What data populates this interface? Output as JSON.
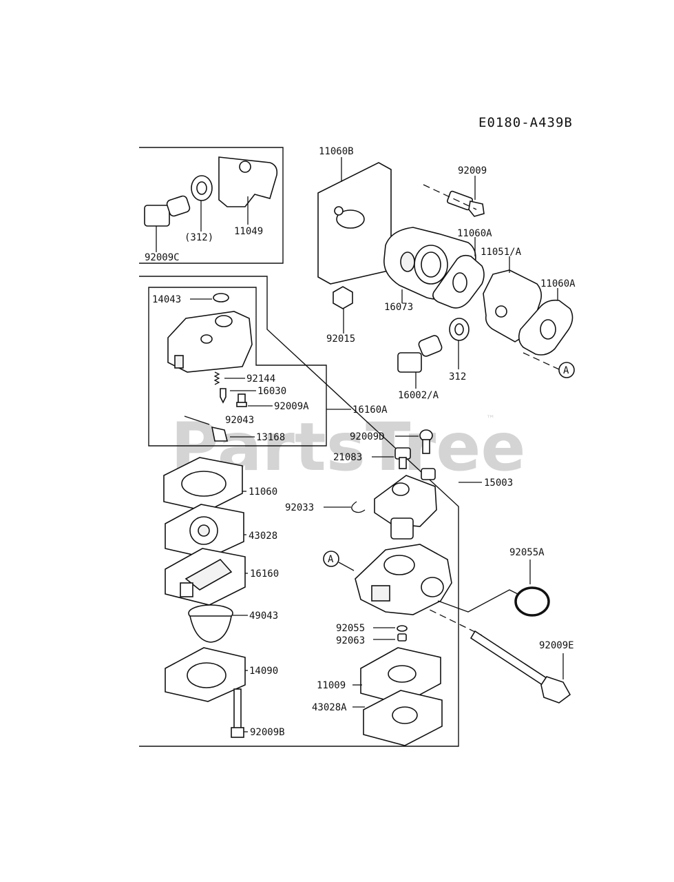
{
  "diagram_code": "E0180-A439B",
  "watermark": {
    "text": "PartsTree",
    "trademark": "™"
  },
  "callout_marker": "A",
  "labels": {
    "p11060B": "11060B",
    "p92009": "92009",
    "p11060A_1": "11060A",
    "p11051A": "11051/A",
    "p11060A_2": "11060A",
    "p92015": "92015",
    "p16073": "16073",
    "p312": "312",
    "p16002A": "16002/A",
    "p312_paren": "(312)",
    "p11049": "11049",
    "p92009C": "92009C",
    "p14043": "14043",
    "p92144": "92144",
    "p16030": "16030",
    "p92009A": "92009A",
    "p16160A": "16160A",
    "p92043": "92043",
    "p13168": "13168",
    "p92009D": "92009D",
    "p21083": "21083",
    "p15003": "15003",
    "p11060": "11060",
    "p92033": "92033",
    "p43028": "43028",
    "p92055A": "92055A",
    "p16160": "16160",
    "p49043": "49043",
    "p92055": "92055",
    "p92063": "92063",
    "p92009E": "92009E",
    "p14090": "14090",
    "p11009": "11009",
    "p43028A": "43028A",
    "p92009B": "92009B"
  }
}
